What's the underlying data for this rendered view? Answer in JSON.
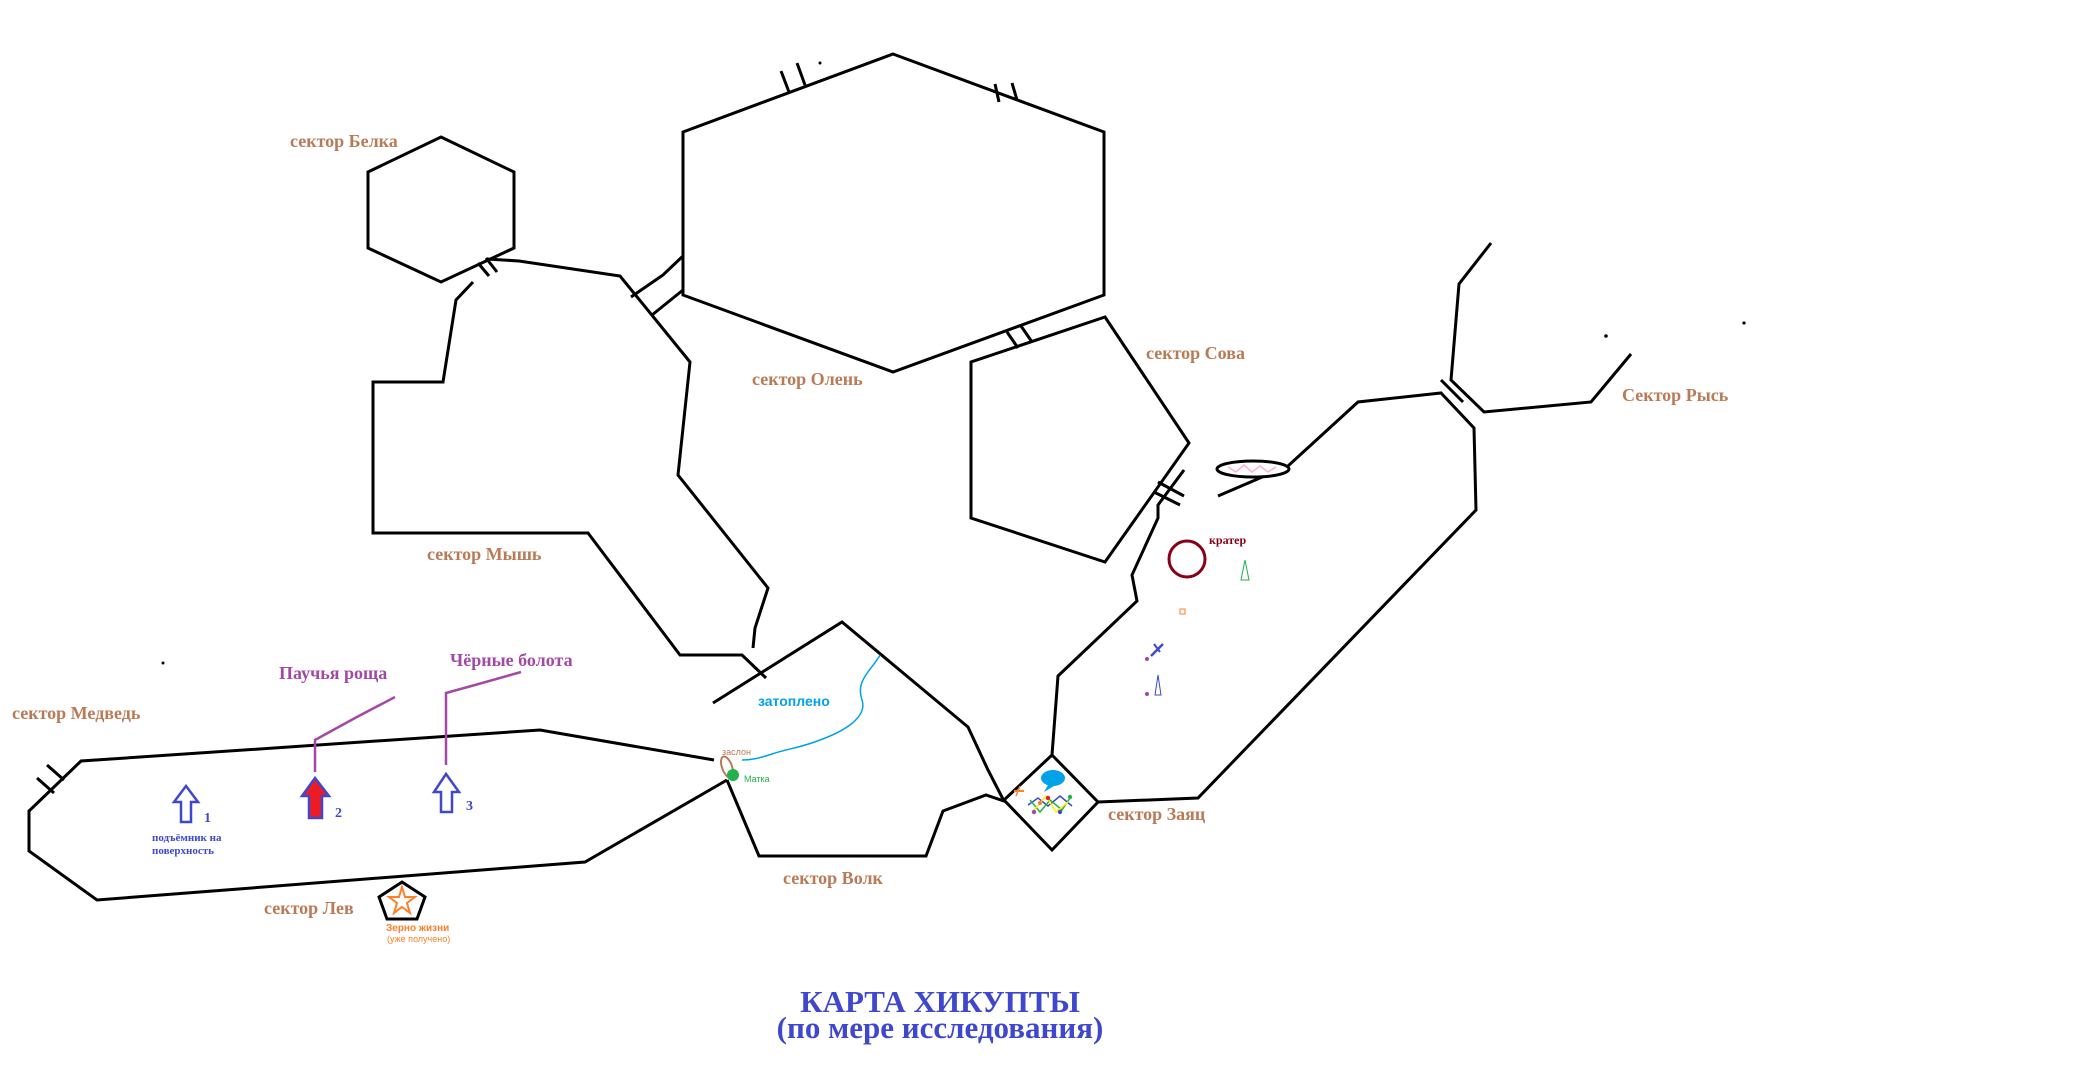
{
  "colors": {
    "walls": "#000000",
    "sector_labels": "#b97a57",
    "place_labels": "#a349a4",
    "lift_markers": "#3f48cc",
    "active_lift": "#ed1c24",
    "water": "#00a2e8",
    "crater": "#880015",
    "grain_of_life": "#ff7f27",
    "queen": "#22b14c",
    "title": "#3f48cc"
  },
  "sectors": {
    "belka": "сектор Белка",
    "olen": "сектор Олень",
    "sova": "сектор Сова",
    "rys": "Сектор Рысь",
    "mysh": "сектор Мышь",
    "medved": "сектор Медведь",
    "volk": "сектор Волк",
    "zayats": "сектор Заяц",
    "lev": "сектор Лев"
  },
  "places": {
    "spider_grove": "Паучья роща",
    "black_swamps": "Чёрные болота",
    "flooded": "затоплено",
    "zaslon": "заслон",
    "queen": "Матка",
    "crater": "кратер",
    "grain_of_life": "Зерно жизни",
    "grain_status": "(уже получено)"
  },
  "lifts": [
    {
      "number": "1",
      "icon": "up-arrow-outline-icon",
      "caption": [
        "подъёмник на",
        "поверхность"
      ]
    },
    {
      "number": "2",
      "icon": "up-arrow-filled-icon"
    },
    {
      "number": "3",
      "icon": "up-arrow-outline-icon"
    }
  ],
  "title": {
    "line1": "КАРТА ХИКУПТЫ",
    "line2": "(по мере исследования)"
  }
}
